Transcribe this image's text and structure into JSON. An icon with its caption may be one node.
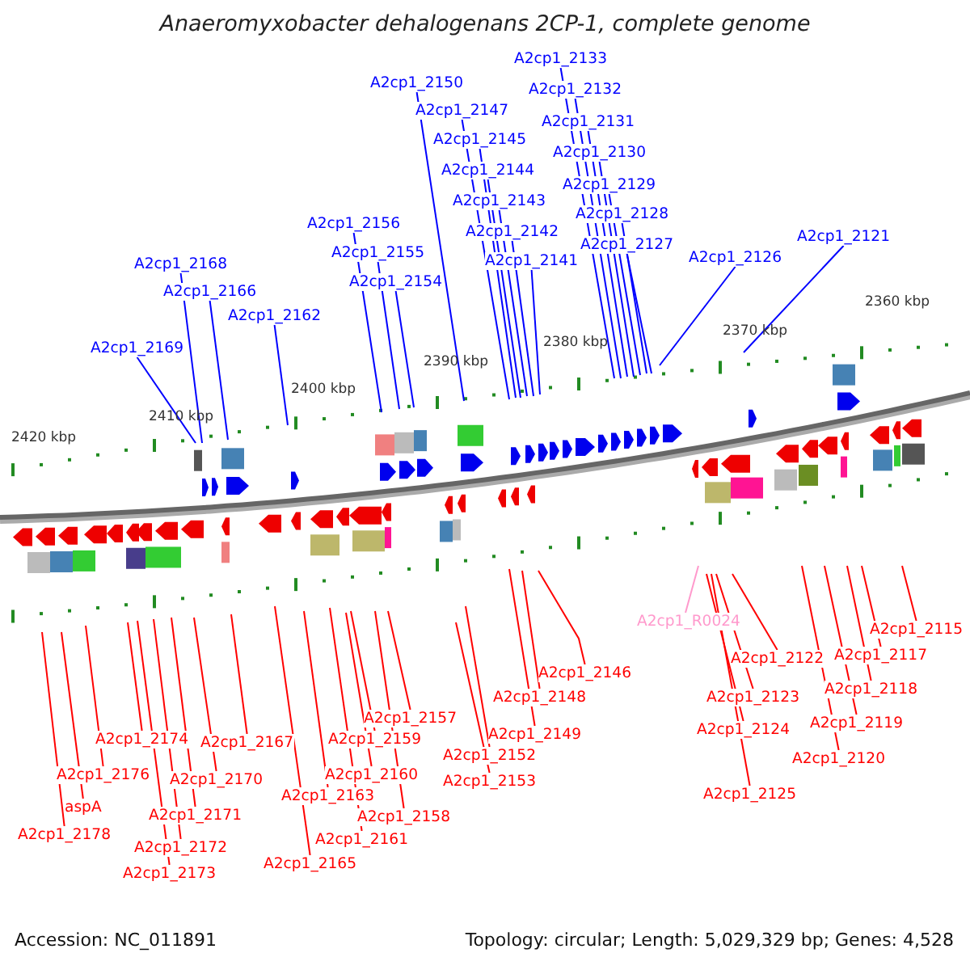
{
  "diagram": {
    "title": "Anaeromyxobacter dehalogenans 2CP-1, complete genome",
    "nodes": [
      {
        "text": [
          "A2cp1_2133"
        ]
      },
      {
        "text": [
          "A2cp1_2132"
        ]
      },
      {
        "text": [
          "A2cp1_2131"
        ]
      },
      {
        "text": [
          "A2cp1_2130"
        ]
      },
      {
        "text": [
          "A2cp1_2129"
        ]
      },
      {
        "text": [
          "A2cp1_2128"
        ]
      },
      {
        "text": [
          "A2cp1_2127"
        ]
      },
      {
        "text": [
          "A2cp1_2150"
        ]
      },
      {
        "text": [
          "A2cp1_2147"
        ]
      },
      {
        "text": [
          "A2cp1_2145"
        ]
      },
      {
        "text": [
          "A2cp1_2144"
        ]
      },
      {
        "text": [
          "A2cp1_2143"
        ]
      },
      {
        "text": [
          "A2cp1_2142"
        ]
      },
      {
        "text": [
          "A2cp1_2141"
        ]
      },
      {
        "text": [
          "A2cp1_2121"
        ]
      },
      {
        "text": [
          "A2cp1_2126"
        ]
      },
      {
        "text": [
          "A2cp1_2156"
        ]
      },
      {
        "text": [
          "A2cp1_2155"
        ]
      },
      {
        "text": [
          "A2cp1_2154"
        ]
      },
      {
        "text": [
          "A2cp1_2168"
        ]
      },
      {
        "text": [
          "A2cp1_2166"
        ]
      },
      {
        "text": [
          "A2cp1_2162"
        ]
      },
      {
        "text": [
          "A2cp1_2169"
        ]
      },
      {
        "text": [
          "A2cp1_R0024"
        ]
      },
      {
        "text": [
          "A2cp1_2115"
        ]
      },
      {
        "text": [
          "A2cp1_2146"
        ]
      },
      {
        "text": [
          "A2cp1_2122"
        ]
      },
      {
        "text": [
          "A2cp1_2117"
        ]
      },
      {
        "text": [
          "A2cp1_2118"
        ]
      },
      {
        "text": [
          "A2cp1_2148"
        ]
      },
      {
        "text": [
          "A2cp1_2123"
        ]
      },
      {
        "text": [
          "A2cp1_2157"
        ]
      },
      {
        "text": [
          "A2cp1_2119"
        ]
      },
      {
        "text": [
          "A2cp1_2124"
        ]
      },
      {
        "text": [
          "A2cp1_2149"
        ]
      },
      {
        "text": [
          "A2cp1_2174"
        ]
      },
      {
        "text": [
          "A2cp1_2167"
        ]
      },
      {
        "text": [
          "A2cp1_2159"
        ]
      },
      {
        "text": [
          "A2cp1_2152"
        ]
      },
      {
        "text": [
          "A2cp1_2120"
        ]
      },
      {
        "text": [
          "A2cp1_2176"
        ]
      },
      {
        "text": [
          "A2cp1_2170"
        ]
      },
      {
        "text": [
          "A2cp1_2160"
        ]
      },
      {
        "text": [
          "A2cp1_2153"
        ]
      },
      {
        "text": [
          "A2cp1_2125"
        ]
      },
      {
        "text": [
          "A2cp1_2163"
        ]
      },
      {
        "text": [
          "aspA"
        ]
      },
      {
        "text": [
          "A2cp1_2171"
        ]
      },
      {
        "text": [
          "A2cp1_2158"
        ]
      },
      {
        "text": [
          "A2cp1_2178"
        ]
      },
      {
        "text": [
          "A2cp1_2161"
        ]
      },
      {
        "text": [
          "A2cp1_2172"
        ]
      },
      {
        "text": [
          "A2cp1_2165"
        ]
      },
      {
        "text": [
          "A2cp1_2173"
        ]
      }
    ],
    "edges": [
      {
        "from": 0,
        "to": null,
        "arrow": "none",
        "color": "#0000ff"
      },
      {
        "from": 1,
        "to": null,
        "arrow": "none",
        "color": "#0000ff"
      },
      {
        "from": 2,
        "to": null,
        "arrow": "none",
        "color": "#0000ff"
      },
      {
        "from": 3,
        "to": null,
        "arrow": "none",
        "color": "#0000ff"
      },
      {
        "from": 4,
        "to": null,
        "arrow": "none",
        "color": "#0000ff"
      },
      {
        "from": 5,
        "to": null,
        "arrow": "none",
        "color": "#0000ff"
      },
      {
        "from": 6,
        "to": null,
        "arrow": "none",
        "color": "#0000ff"
      },
      {
        "from": 7,
        "to": null,
        "arrow": "none",
        "color": "#0000ff"
      },
      {
        "from": 8,
        "to": null,
        "arrow": "none",
        "color": "#0000ff"
      },
      {
        "from": 9,
        "to": null,
        "arrow": "none",
        "color": "#0000ff"
      },
      {
        "from": 10,
        "to": null,
        "arrow": "none",
        "color": "#0000ff"
      },
      {
        "from": 11,
        "to": null,
        "arrow": "none",
        "color": "#0000ff"
      },
      {
        "from": 12,
        "to": null,
        "arrow": "none",
        "color": "#0000ff"
      },
      {
        "from": 13,
        "to": null,
        "arrow": "none",
        "color": "#0000ff"
      },
      {
        "from": 14,
        "to": null,
        "arrow": "none",
        "color": "#0000ff"
      },
      {
        "from": 15,
        "to": null,
        "arrow": "none",
        "color": "#0000ff"
      },
      {
        "from": 16,
        "to": null,
        "arrow": "none",
        "color": "#0000ff"
      },
      {
        "from": 17,
        "to": null,
        "arrow": "none",
        "color": "#0000ff"
      },
      {
        "from": 18,
        "to": null,
        "arrow": "none",
        "color": "#0000ff"
      },
      {
        "from": 19,
        "to": null,
        "arrow": "none",
        "color": "#0000ff"
      },
      {
        "from": 20,
        "to": null,
        "arrow": "none",
        "color": "#0000ff"
      },
      {
        "from": 21,
        "to": null,
        "arrow": "none",
        "color": "#0000ff"
      },
      {
        "from": 22,
        "to": null,
        "arrow": "none",
        "color": "#0000ff"
      },
      {
        "from": 23,
        "to": null,
        "arrow": "none",
        "color": "#ff99cc"
      },
      {
        "from": 24,
        "to": null,
        "arrow": "none"
      },
      {
        "from": 25,
        "to": null,
        "arrow": "none"
      },
      {
        "from": 26,
        "to": null,
        "arrow": "none"
      },
      {
        "from": 27,
        "to": null,
        "arrow": "none"
      },
      {
        "from": 28,
        "to": null,
        "arrow": "none"
      },
      {
        "from": 29,
        "to": null,
        "arrow": "none"
      },
      {
        "from": 30,
        "to": null,
        "arrow": "none"
      },
      {
        "from": 31,
        "to": null,
        "arrow": "none"
      },
      {
        "from": 32,
        "to": null,
        "arrow": "none"
      },
      {
        "from": 33,
        "to": null,
        "arrow": "none"
      },
      {
        "from": 34,
        "to": null,
        "arrow": "none"
      },
      {
        "from": 35,
        "to": null,
        "arrow": "none"
      },
      {
        "from": 36,
        "to": null,
        "arrow": "none"
      },
      {
        "from": 37,
        "to": null,
        "arrow": "none"
      },
      {
        "from": 38,
        "to": null,
        "arrow": "none"
      },
      {
        "from": 39,
        "to": null,
        "arrow": "none"
      },
      {
        "from": 40,
        "to": null,
        "arrow": "none"
      },
      {
        "from": 41,
        "to": null,
        "arrow": "none"
      },
      {
        "from": 42,
        "to": null,
        "arrow": "none"
      },
      {
        "from": 43,
        "to": null,
        "arrow": "none"
      },
      {
        "from": 44,
        "to": null,
        "arrow": "none"
      },
      {
        "from": 45,
        "to": null,
        "arrow": "none"
      },
      {
        "from": 46,
        "to": null,
        "arrow": "none"
      },
      {
        "from": 47,
        "to": null,
        "arrow": "none"
      },
      {
        "from": 48,
        "to": null,
        "arrow": "none"
      },
      {
        "from": 49,
        "to": null,
        "arrow": "none"
      },
      {
        "from": 50,
        "to": null,
        "arrow": "none"
      },
      {
        "from": 51,
        "to": null,
        "arrow": "none"
      },
      {
        "from": 52,
        "to": null,
        "arrow": "none"
      },
      {
        "from": 53,
        "to": null,
        "arrow": "none"
      }
    ],
    "labels": [
      "2420 kbp",
      "2410 kbp",
      "2400 kbp",
      "2390 kbp",
      "2380 kbp",
      "2370 kbp",
      "2360 kbp",
      "Accession: NC_011891",
      "Topology: circular; Length: 5,029,329 bp; Genes: 4,528"
    ]
  }
}
